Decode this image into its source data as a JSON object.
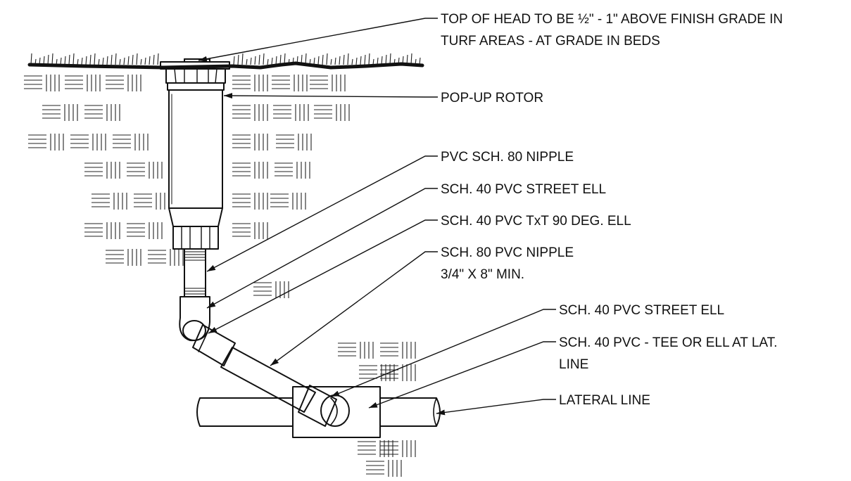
{
  "labels": [
    {
      "key": "top_of_head",
      "lines": [
        "TOP OF HEAD TO BE ½\" - 1\" ABOVE FINISH GRADE IN",
        "TURF AREAS - AT GRADE IN BEDS"
      ]
    },
    {
      "key": "rotor",
      "lines": [
        "POP-UP ROTOR"
      ]
    },
    {
      "key": "nipple80",
      "lines": [
        "PVC SCH. 80 NIPPLE"
      ]
    },
    {
      "key": "street_ell_upper",
      "lines": [
        "SCH. 40 PVC STREET ELL"
      ]
    },
    {
      "key": "txt_ell",
      "lines": [
        "SCH. 40 PVC TxT 90 DEG. ELL"
      ]
    },
    {
      "key": "nipple_min",
      "lines": [
        "SCH. 80 PVC NIPPLE",
        "3/4\" X 8\" MIN."
      ]
    },
    {
      "key": "street_ell_lower",
      "lines": [
        "SCH. 40 PVC STREET ELL"
      ]
    },
    {
      "key": "tee",
      "lines": [
        "SCH. 40 PVC - TEE OR ELL AT LAT.",
        "LINE"
      ]
    },
    {
      "key": "lateral",
      "lines": [
        "LATERAL LINE"
      ]
    }
  ],
  "colors": {
    "ink": "#111111",
    "background": "#ffffff"
  }
}
